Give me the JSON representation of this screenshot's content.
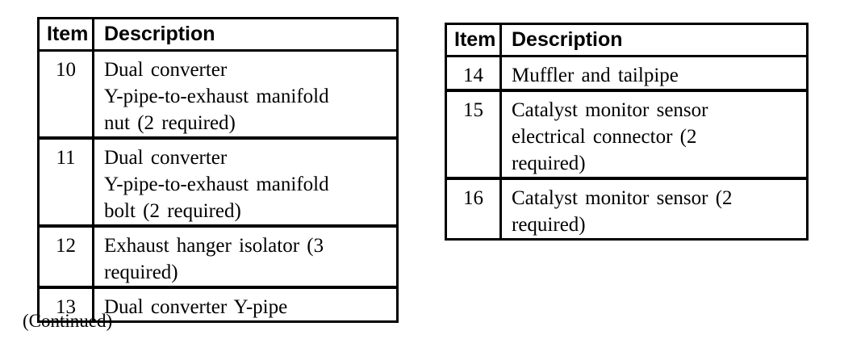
{
  "page": {
    "continued_note": "(Continued)"
  },
  "colors": {
    "text": "#000000",
    "background": "#ffffff",
    "border": "#000000"
  },
  "tables": [
    {
      "name": "left-parts-table",
      "headers": {
        "item": "Item",
        "description": "Description"
      },
      "rows": [
        {
          "item": "10",
          "description": "Dual converter\nY-pipe-to-exhaust manifold\nnut (2 required)"
        },
        {
          "item": "11",
          "description": "Dual converter\nY-pipe-to-exhaust manifold\nbolt (2 required)"
        },
        {
          "item": "12",
          "description": "Exhaust hanger isolator (3\nrequired)"
        },
        {
          "item": "13",
          "description": "Dual converter Y-pipe"
        }
      ]
    },
    {
      "name": "right-parts-table",
      "headers": {
        "item": "Item",
        "description": "Description"
      },
      "rows": [
        {
          "item": "14",
          "description": "Muffler and tailpipe"
        },
        {
          "item": "15",
          "description": "Catalyst monitor sensor\nelectrical connector (2\nrequired)"
        },
        {
          "item": "16",
          "description": "Catalyst monitor sensor (2\nrequired)"
        }
      ]
    }
  ]
}
